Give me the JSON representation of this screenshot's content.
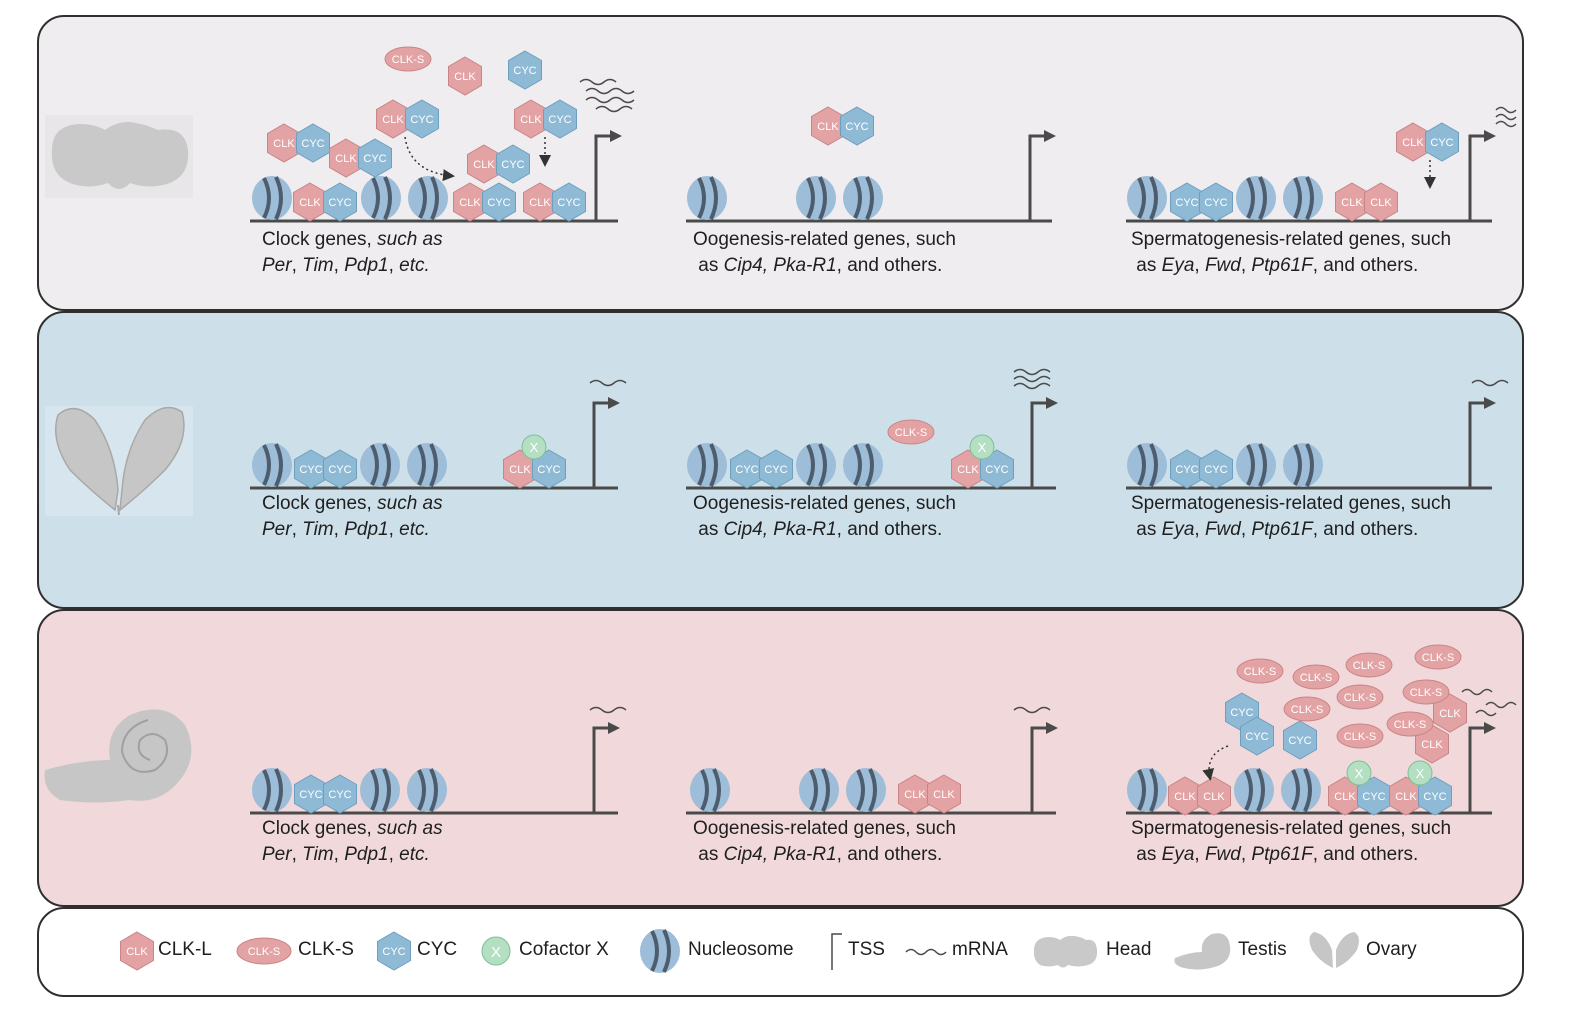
{
  "colors": {
    "clk": "#e3a2a3",
    "clk_stroke": "#c98586",
    "cyc": "#8fbad6",
    "cyc_stroke": "#6f9fbf",
    "cofactor": "#b5dfc3",
    "cofactor_stroke": "#7fbf95",
    "nucleosome": "#9dbdd8",
    "nucleosome_band": "#4d5d6e",
    "dna": "#4a4a4a",
    "panel_head": "#efedef",
    "panel_ovary": "#cde0ea",
    "panel_testis": "#f1d9db",
    "panel_legend": "#ffffff",
    "tissue": "#bdbdbd"
  },
  "icons": [
    "head-icon",
    "ovary-icon",
    "testis-icon",
    "nucleosome-icon",
    "tss-arrow-icon",
    "mrna-wave-icon"
  ],
  "labels": {
    "clk": "CLK",
    "clk_s": "CLK-S",
    "cyc": "CYC",
    "x": "X"
  },
  "captions": {
    "clock_line1": "Clock genes, ",
    "clock_line1_it": "such as",
    "clock_line2_a": "Per",
    "clock_line2_b": "Tim",
    "clock_line2_c": "Pdp1",
    "clock_line2_d": "etc.",
    "oog_line1": "Oogenesis-related genes, such",
    "oog_line2_pre": "as ",
    "oog_line2_it": "Cip4, Pka-R1",
    "oog_line2_post": ", and others.",
    "sperm_line1": "Spermatogenesis-related genes, such",
    "sperm_line2_pre": "as ",
    "sperm_line2_a": "Eya",
    "sperm_line2_b": "Fwd",
    "sperm_line2_c": "Ptp61F",
    "sperm_line2_post": ", and others.",
    "comma": ", "
  },
  "legend": {
    "clk_l": "CLK-L",
    "clk_s": "CLK-S",
    "cyc": "CYC",
    "cofactor": "Cofactor X",
    "nucleosome": "Nucleosome",
    "tss": "TSS",
    "mrna": "mRNA",
    "head": "Head",
    "testis": "Testis",
    "ovary": "Ovary"
  }
}
